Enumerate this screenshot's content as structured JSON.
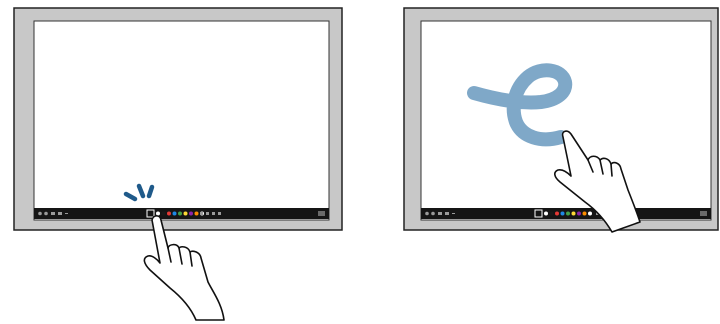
{
  "colors": {
    "bezel": "#c8c8c8",
    "bezel_outline": "#222222",
    "screen": "#ffffff",
    "taskbar": "#151515",
    "ink": "#7fa8c8",
    "tap_marks": "#1f5a8a",
    "hand_outline": "#111111"
  },
  "palette_swatches": [
    "#ffffff",
    "#1a1a1a",
    "#e53935",
    "#1e88e5",
    "#43a047",
    "#fdd835",
    "#8e24aa",
    "#fb8c00",
    "#ffffff"
  ],
  "left_panel": {
    "name": "tap-toolbar-illustration",
    "gesture": "tap",
    "icons": [
      "tap-marks-icon",
      "hand-pointer-icon"
    ]
  },
  "right_panel": {
    "name": "draw-stroke-illustration",
    "gesture": "draw",
    "icons": [
      "ink-stroke-icon",
      "hand-pointer-icon"
    ]
  }
}
